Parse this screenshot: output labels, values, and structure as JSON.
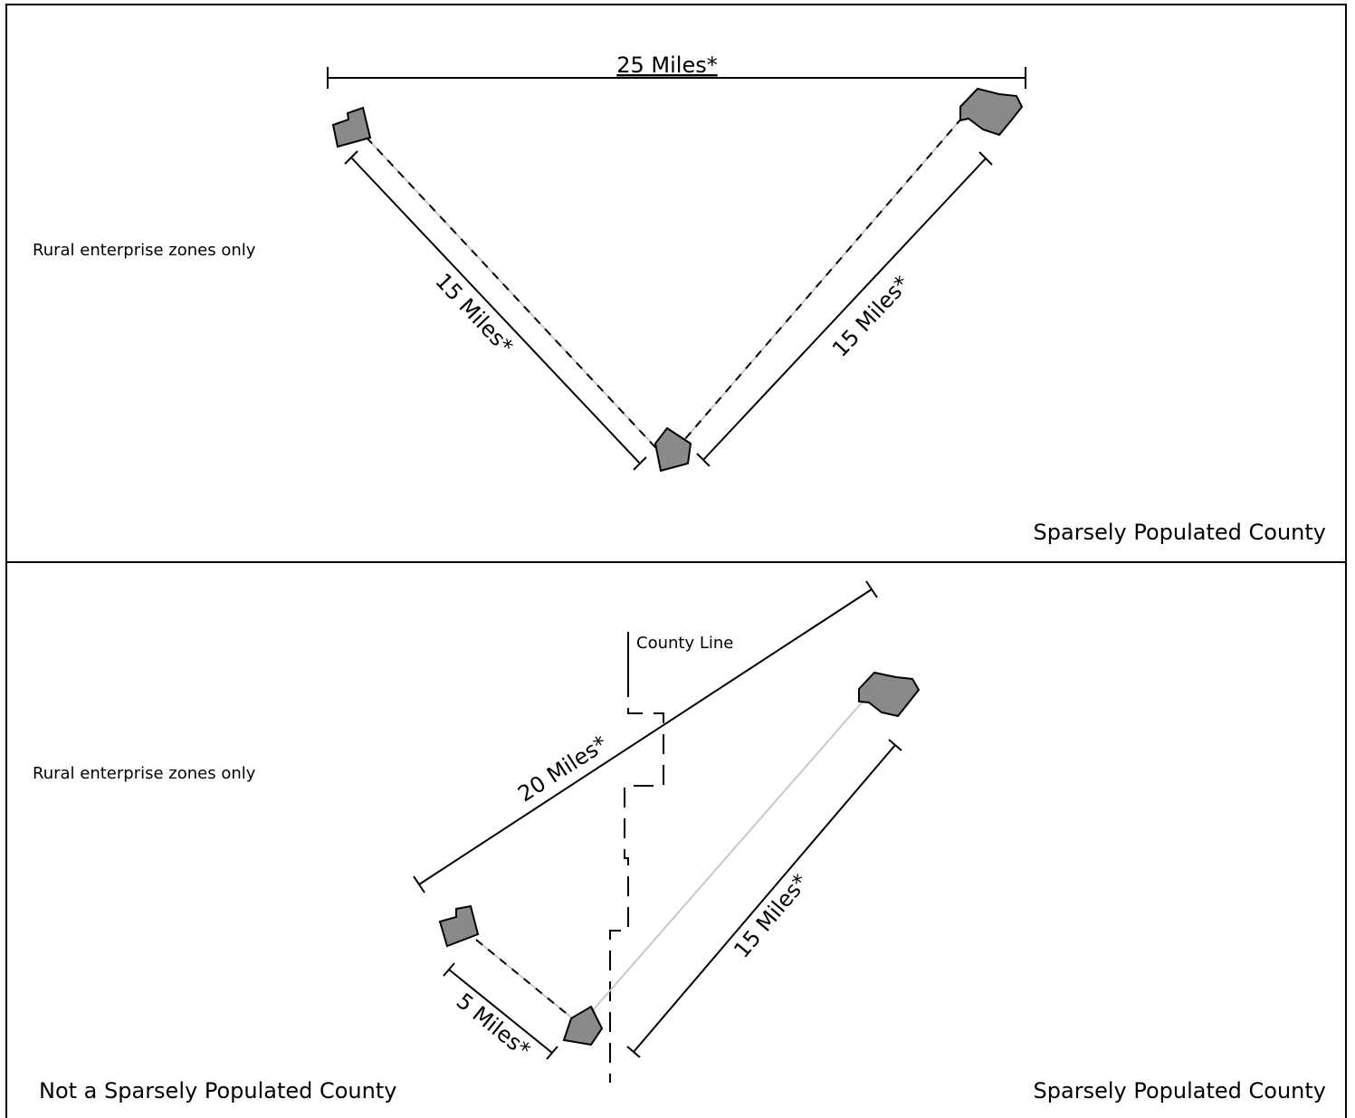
{
  "top_panel": {
    "side_note": "Rural enterprise zones only",
    "county_label": "Sparsely Populated County",
    "dist_top": "25 Miles*",
    "dist_left": "15 Miles*",
    "dist_right": "15 Miles*"
  },
  "bottom_panel": {
    "side_note": "Rural enterprise zones only",
    "county_line_label": "County Line",
    "left_county_label": "Not a Sparsely Populated County",
    "right_county_label": "Sparsely Populated County",
    "dist_long": "20 Miles*",
    "dist_right": "15 Miles*",
    "dist_short": "5 Miles*"
  },
  "colors": {
    "town_fill": "#8a8a8a",
    "line": "#000000",
    "connector": "#bdbdbd"
  }
}
